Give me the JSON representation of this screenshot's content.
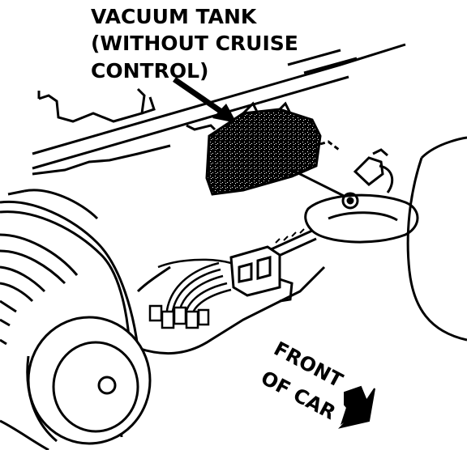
{
  "title_lines": [
    "VACUUM TANK",
    "(WITHOUT CRUISE",
    "CONTROL)"
  ],
  "direction_lines": [
    "FRONT",
    "OF CAR"
  ],
  "colors": {
    "ink": "#000000",
    "paper": "#ffffff"
  }
}
